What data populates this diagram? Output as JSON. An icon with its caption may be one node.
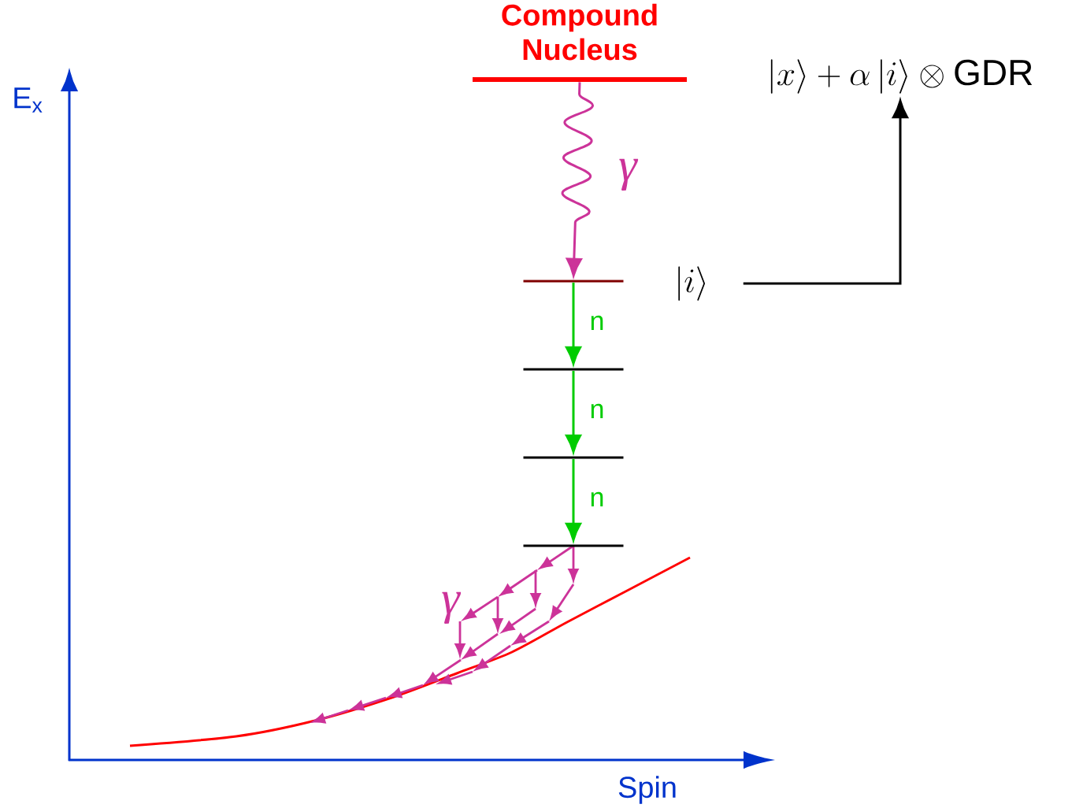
{
  "diagram": {
    "nodes": [
      {
        "text": [
          "Compound Nucleus"
        ]
      },
      {
        "text": [],
        "shape": "bar"
      },
      {
        "text": [],
        "shape": "bar"
      },
      {
        "text": [],
        "shape": "bar"
      },
      {
        "text": [],
        "shape": "bar"
      },
      {
        "text": [
          "|i\\rangle"
        ]
      },
      {
        "text": [
          "|x\\rangle + \\alpha\\,|i\\rangle \\otimes \\mbox{GDR}"
        ]
      }
    ],
    "edges": [
      {
        "from": 0,
        "to": 1,
        "arrow": "to",
        "label": "γ",
        "color": "#cc3399"
      },
      {
        "from": 1,
        "to": 2,
        "arrow": "to",
        "label": "n"
      },
      {
        "from": 2,
        "to": 3,
        "arrow": "to",
        "label": "n"
      },
      {
        "from": 3,
        "to": 4,
        "arrow": "to",
        "label": "n"
      },
      {
        "from": 5,
        "to": 6,
        "arrow": "to",
        "color": "#000000"
      }
    ],
    "labels": [
      "E$_{x}$",
      "γ",
      "Spin"
    ]
  }
}
